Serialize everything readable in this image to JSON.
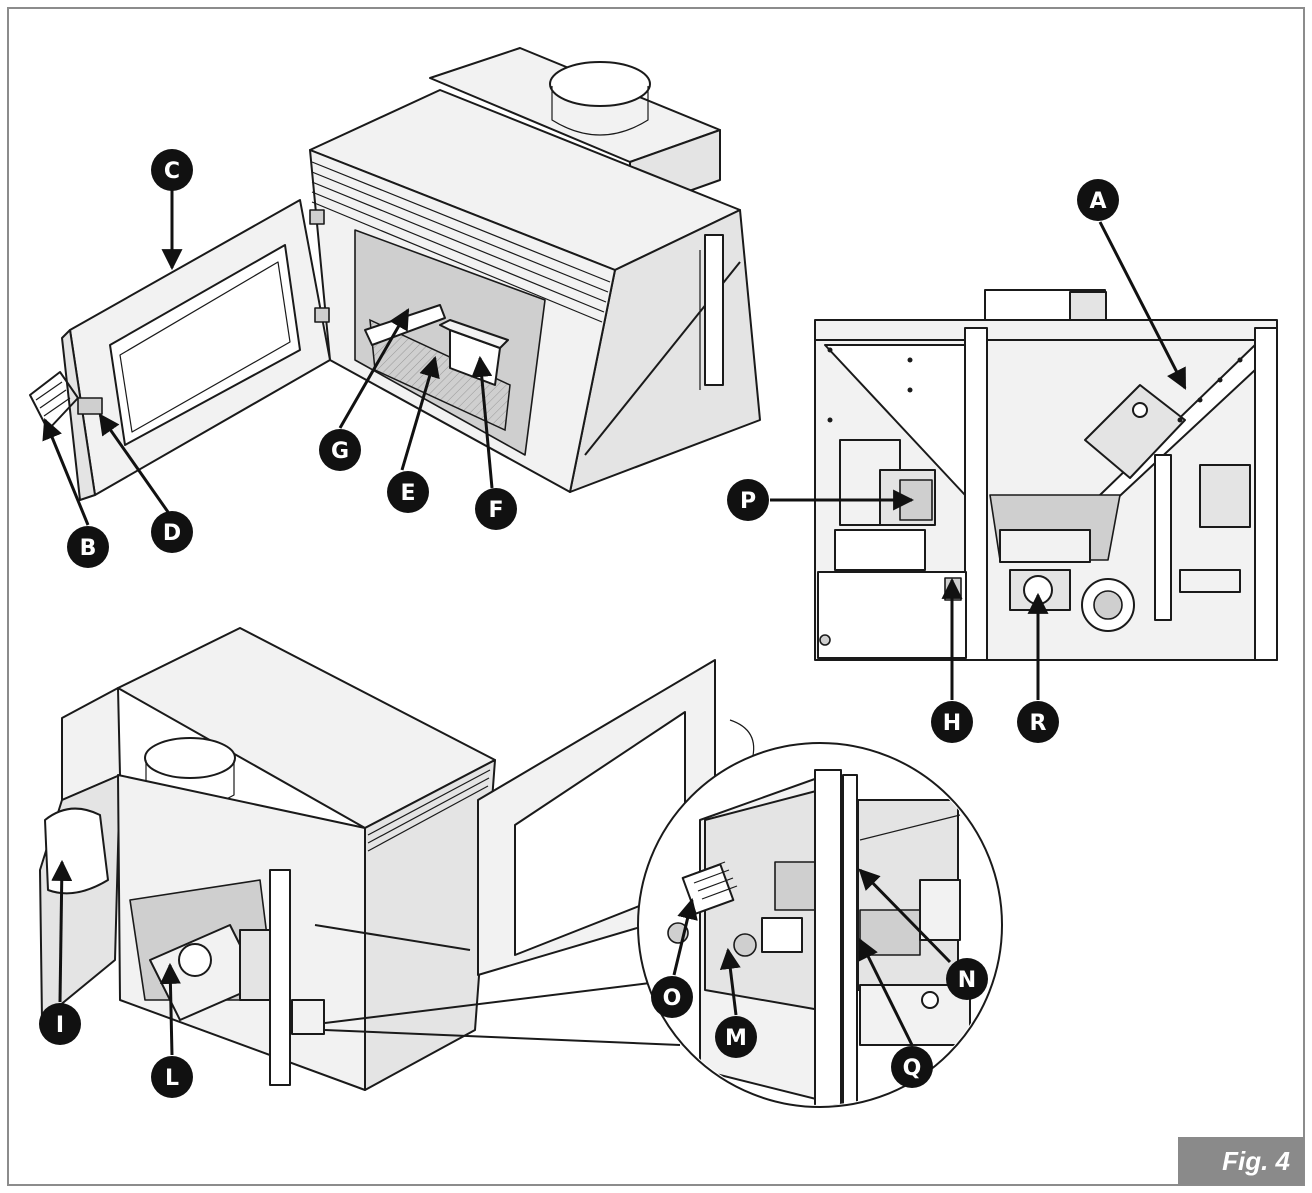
{
  "figure": {
    "caption": "Fig. 4",
    "colors": {
      "callout": "#111111",
      "caption_bg": "#8a8a8a",
      "frame": "#8c8c8c"
    }
  },
  "callouts": [
    {
      "id": "A",
      "label": "A"
    },
    {
      "id": "B",
      "label": "B"
    },
    {
      "id": "C",
      "label": "C"
    },
    {
      "id": "D",
      "label": "D"
    },
    {
      "id": "E",
      "label": "E"
    },
    {
      "id": "F",
      "label": "F"
    },
    {
      "id": "G",
      "label": "G"
    },
    {
      "id": "H",
      "label": "H"
    },
    {
      "id": "I",
      "label": "I"
    },
    {
      "id": "L",
      "label": "L"
    },
    {
      "id": "M",
      "label": "M"
    },
    {
      "id": "N",
      "label": "N"
    },
    {
      "id": "O",
      "label": "O"
    },
    {
      "id": "P",
      "label": "P"
    },
    {
      "id": "Q",
      "label": "Q"
    },
    {
      "id": "R",
      "label": "R"
    }
  ]
}
